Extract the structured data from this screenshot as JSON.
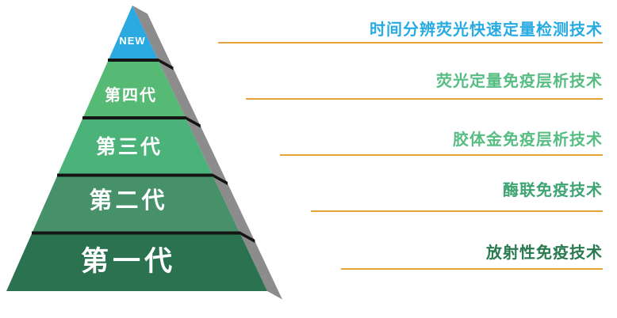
{
  "pyramid": {
    "shadow_color": "#8C8C8C",
    "separator_color": "#151515",
    "levels": [
      {
        "label": "NEW",
        "color": "#2BA9E1"
      },
      {
        "label": "第四代",
        "color": "#56B974"
      },
      {
        "label": "第三代",
        "color": "#4BB37A"
      },
      {
        "label": "第二代",
        "color": "#47916A"
      },
      {
        "label": "第一代",
        "color": "#2B7251"
      }
    ]
  },
  "technologies": {
    "underline_color": "#E6A33C",
    "items": [
      {
        "label": "时间分辨荧光快速定量检测技术",
        "color": "#29ABE2"
      },
      {
        "label": "荧光定量免疫层析技术",
        "color": "#57BD82"
      },
      {
        "label": "胶体金免疫层析技术",
        "color": "#57BD82"
      },
      {
        "label": "酶联免疫技术",
        "color": "#3EA473"
      },
      {
        "label": "放射性免疫技术",
        "color": "#2A7A50"
      }
    ]
  }
}
